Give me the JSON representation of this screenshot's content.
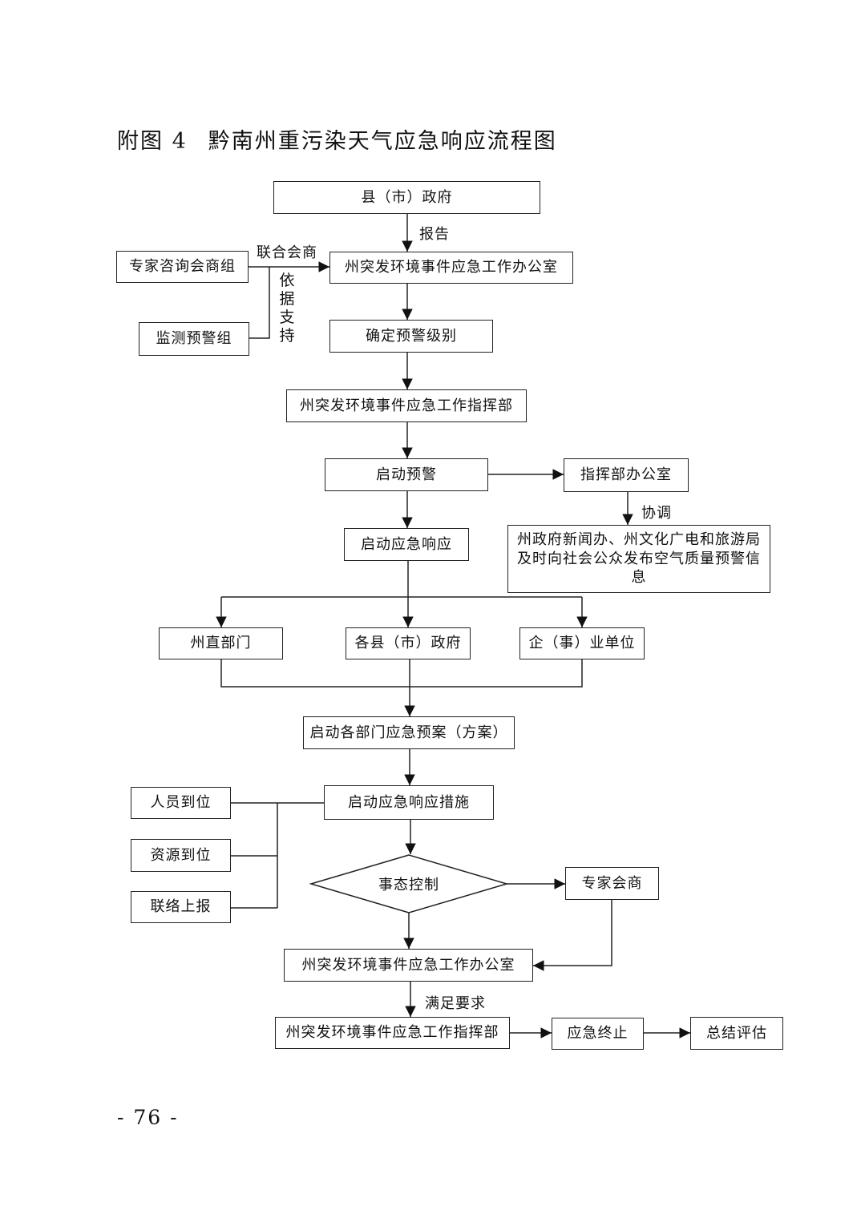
{
  "title": {
    "figure_no": "附图 4",
    "text": "黔南州重污染天气应急响应流程图"
  },
  "nodes": {
    "county_gov": "县（市）政府",
    "expert_group": "专家咨询会商组",
    "office_1": "州突发环境事件应急工作办公室",
    "monitor_group": "监测预警组",
    "determine_level": "确定预警级别",
    "hq_1": "州突发环境事件应急工作指挥部",
    "start_warning": "启动预警",
    "hq_office": "指挥部办公室",
    "publish_info": "州政府新闻办、州文化广电和旅游局及时向社会公众发布空气质量预警信息",
    "start_response": "启动应急响应",
    "state_depts": "州直部门",
    "county_govs": "各县（市）政府",
    "enterprises": "企（事）业单位",
    "start_plans": "启动各部门应急预案（方案）",
    "personnel": "人员到位",
    "start_measures": "启动应急响应措施",
    "resources": "资源到位",
    "situation_control": "事态控制",
    "expert_consult": "专家会商",
    "liaison": "联络上报",
    "office_2": "州突发环境事件应急工作办公室",
    "hq_2": "州突发环境事件应急工作指挥部",
    "termination": "应急终止",
    "evaluation": "总结评估"
  },
  "edge_labels": {
    "report": "报告",
    "joint_consult": "联合会商",
    "basis_support": "依据支持",
    "coordinate": "协调",
    "requirements_met": "满足要求"
  },
  "page_number": "- 76 -"
}
